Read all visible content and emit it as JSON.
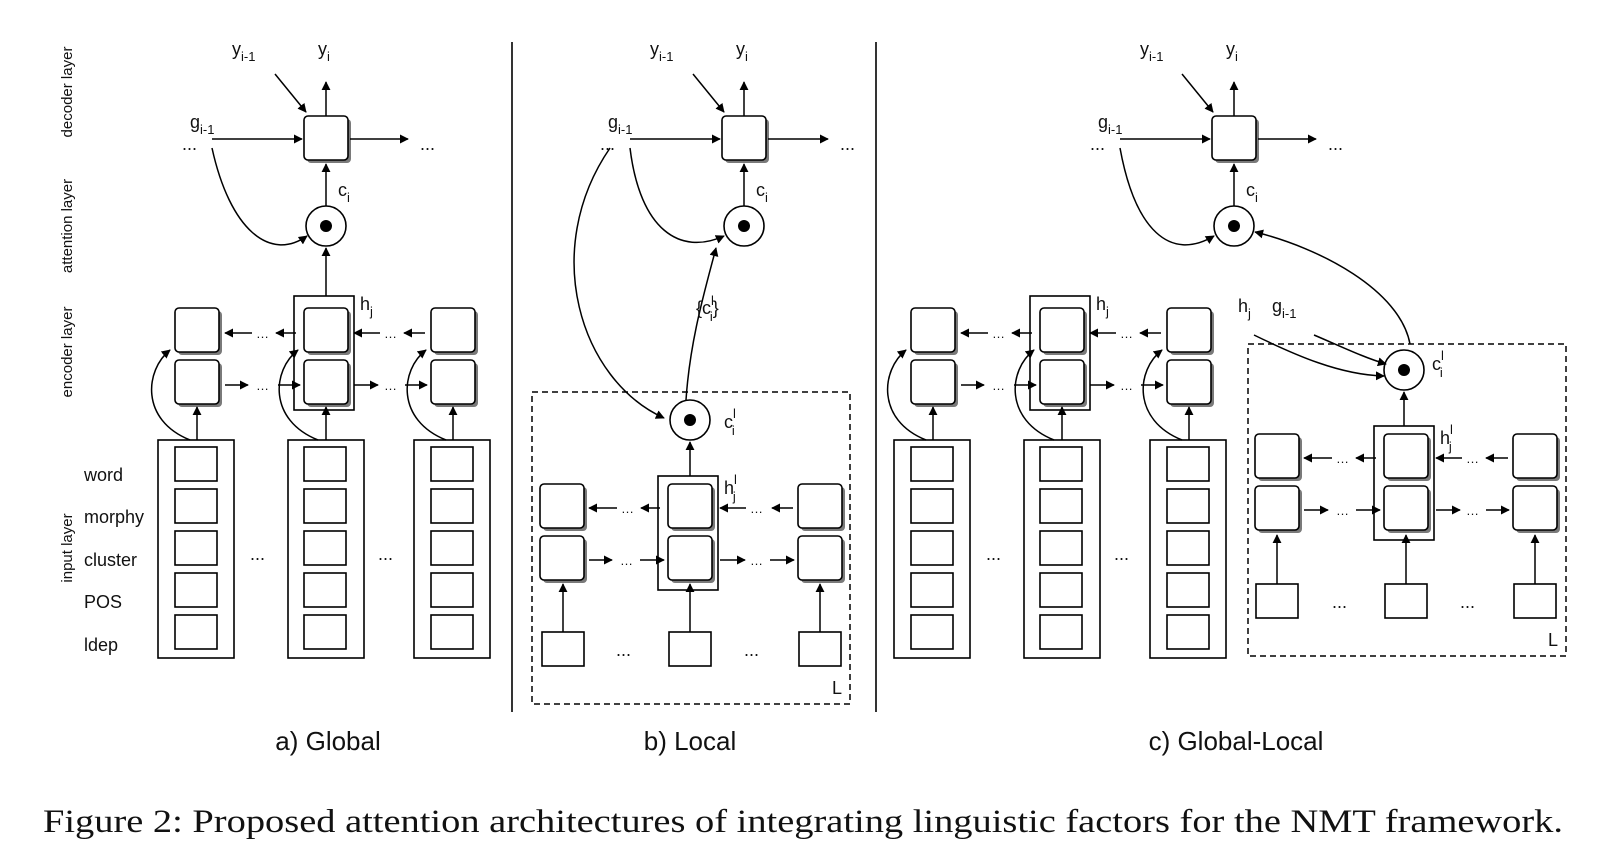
{
  "layers": {
    "decoder": "decoder layer",
    "attention": "attention layer",
    "encoder": "encoder layer",
    "input": "input layer"
  },
  "factors": [
    "word",
    "morphy",
    "cluster",
    "POS",
    "ldep"
  ],
  "symbols": {
    "y": "y",
    "y_prev_sub": "i-1",
    "y_sub": "i",
    "g": "g",
    "g_sub": "i-1",
    "c": "c",
    "c_sub": "i",
    "local_sup": "l",
    "h": "h",
    "h_sub": "j",
    "set_open": "{c",
    "set_close": "}",
    "ellipsis": "...",
    "ellipsis_small": "…",
    "L": "L"
  },
  "panels": {
    "a": "a) Global",
    "b": "b) Local",
    "c": "c) Global-Local"
  },
  "caption": "Figure 2: Proposed attention architectures of integrating linguistic factors for the NMT framework."
}
